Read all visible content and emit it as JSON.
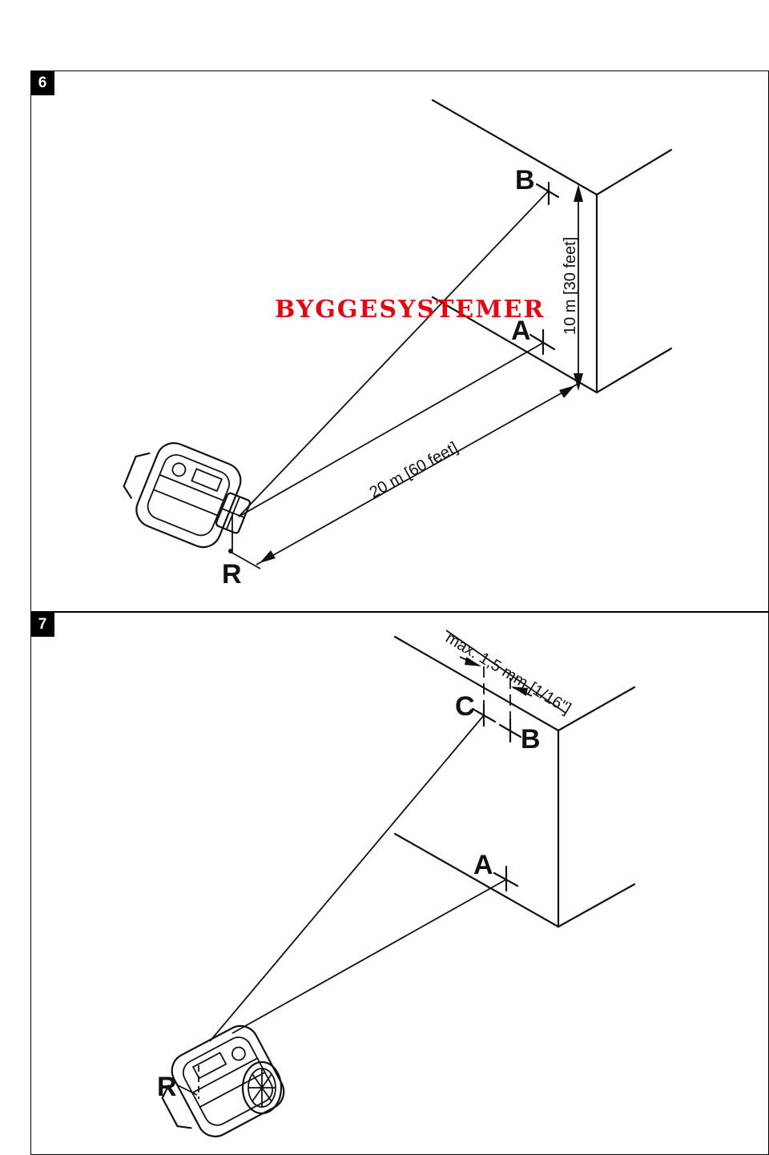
{
  "figure6": {
    "number": "6",
    "labels": {
      "b": "B",
      "a": "A",
      "r": "R"
    },
    "dim_vertical": "10 m [30 feet]",
    "dim_horizontal": "20 m [60 feet]",
    "watermark": "BYGGESYSTEMER"
  },
  "figure7": {
    "number": "7",
    "labels": {
      "c": "C",
      "b": "B",
      "a": "A",
      "r": "R"
    },
    "dim_tolerance": "max. 1,5 mm [1/16\"]"
  },
  "colors": {
    "line": "#111111",
    "watermark": "#e30613",
    "badge_bg": "#000000",
    "badge_text": "#ffffff"
  }
}
